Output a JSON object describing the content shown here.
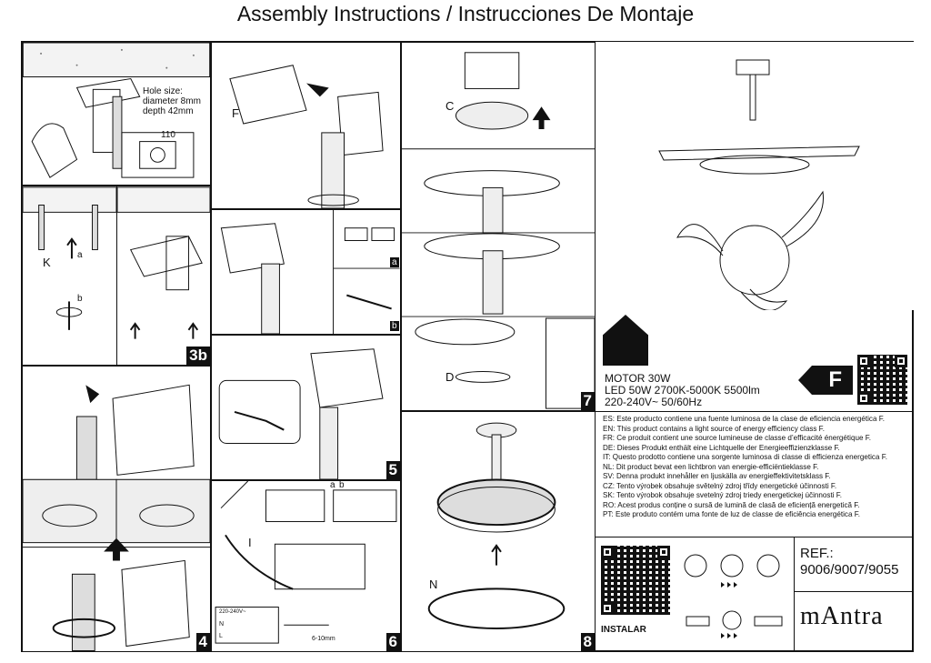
{
  "header": {
    "title": "Assembly Instructions / Instrucciones De Montaje"
  },
  "steps": {
    "s1": {
      "hole_size": "Hole size:",
      "diameter": "diameter 8mm",
      "depth": "depth 42mm",
      "width_mm": "110"
    },
    "s2": {
      "label_k": "K",
      "label_a": "a",
      "label_b": "b"
    },
    "s3": {
      "number": "3b",
      "label_f": "F"
    },
    "s4": {
      "number": "4",
      "label_a": "a",
      "label_b": "b"
    },
    "s5": {
      "number": "5"
    },
    "s6": {
      "number": "6",
      "label_i": "I",
      "label_a": "a",
      "label_b": "b",
      "voltage": "220-240V~",
      "strip": "6-10mm",
      "n": "N",
      "l": "L"
    },
    "s7": {
      "number": "7",
      "label_c": "C",
      "label_d": "D"
    },
    "s8": {
      "number": "8",
      "label_n": "N"
    }
  },
  "specs": [
    "MOTOR 30W",
    "LED 50W 2700K-5000K 5500lm",
    "220-240V~ 50/60Hz"
  ],
  "energy_class": "F",
  "legal": [
    "ES: Este producto contiene una fuente luminosa de la clase de eficiencia energética F.",
    "EN: This product contains a light source of energy efficiency class F.",
    "FR: Ce produit contient une source lumineuse de classe d’efficacité énergétique F.",
    "DE: Dieses Produkt enthält eine Lichtquelle der Energieeffizienzklasse F.",
    "IT: Questo prodotto contiene una sorgente luminosa di classe di efficienza energetica F.",
    "NL: Dit product bevat een lichtbron van energie-efficiëntieklasse F.",
    "SV: Denna produkt innehåller en ljuskälla av energieffektivitetsklass F.",
    "CZ: Tento výrobek obsahuje světelný zdroj třídy energetické účinnosti F.",
    "SK: Tento výrobok obsahuje svetelný zdroj triedy energetickej účinnosti F.",
    "RO: Acest produs conține o sursă de lumină de clasă de eficiență energetică F.",
    "PT: Este produto contém uma fonte de luz de classe de eficiência energética F."
  ],
  "ref": {
    "label": "REF.:",
    "codes": "9006/9007/9055"
  },
  "brand": "mAntra",
  "instal": "INSTALAR",
  "icons": [
    "house-indoor-icon",
    "qr-code-icon",
    "led-icon",
    "person-no-icon",
    "energy-class-f-icon"
  ]
}
